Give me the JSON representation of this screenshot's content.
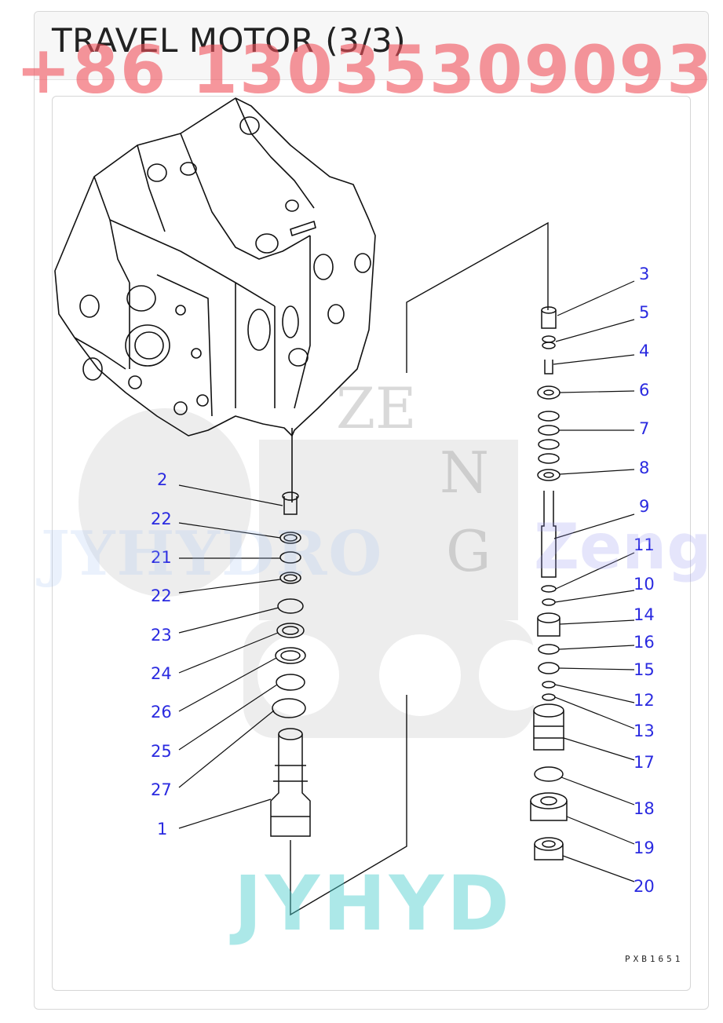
{
  "header": {
    "title": "TRAVEL MOTOR (3/3)",
    "phone_watermark": "+86 13035309093"
  },
  "diagram": {
    "drawing_code": "PXB1651",
    "left_callouts": [
      "2",
      "22",
      "21",
      "22",
      "23",
      "24",
      "26",
      "25",
      "27",
      "1"
    ],
    "right_callouts": [
      "3",
      "5",
      "4",
      "6",
      "7",
      "8",
      "9",
      "11",
      "10",
      "14",
      "16",
      "15",
      "12",
      "13",
      "17",
      "18",
      "19",
      "20"
    ]
  },
  "watermarks": {
    "brand_left": "JYHYDRO",
    "brand_right": "Zeng",
    "brand_bottom": "JYHYD",
    "logo_letters": [
      "ZE",
      "N",
      "G"
    ]
  },
  "colors": {
    "callout": "#2a2ae0",
    "phone": "#f0505a",
    "jyhyd": "#46cdcd",
    "line": "#111111"
  }
}
